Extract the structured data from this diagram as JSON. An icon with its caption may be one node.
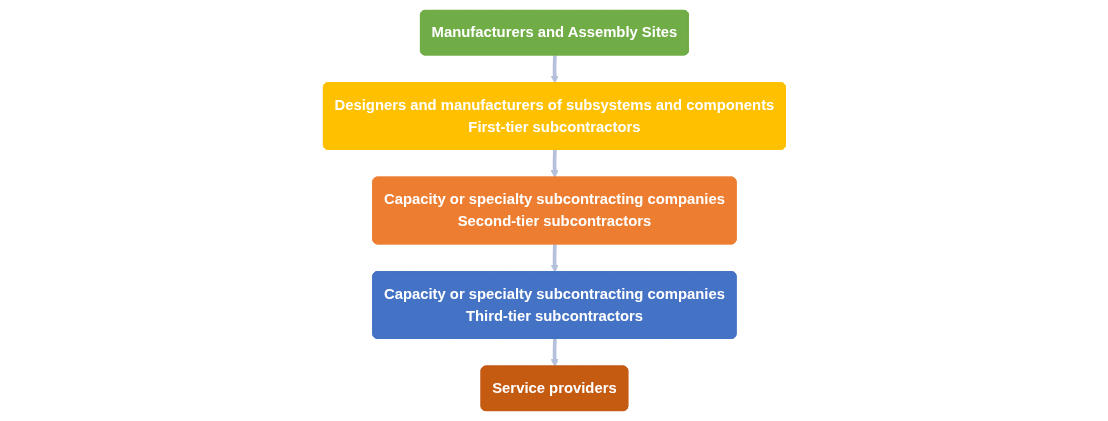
{
  "diagram": {
    "nodes": [
      {
        "text": [
          "Manufacturers and Assembly Sites"
        ]
      },
      {
        "text": [
          "Designers and manufacturers of subsystems and components",
          "First-tier subcontractors"
        ]
      },
      {
        "text": [
          "Capacity or specialty subcontracting companies",
          "Second-tier subcontractors"
        ]
      },
      {
        "text": [
          "Capacity or specialty subcontracting companies",
          "Third-tier subcontractors"
        ]
      },
      {
        "text": [
          "Service providers"
        ]
      }
    ],
    "edges": [
      {
        "from": 0,
        "to": 1,
        "arrow": "to"
      },
      {
        "from": 1,
        "to": 2,
        "arrow": "to"
      },
      {
        "from": 2,
        "to": 3,
        "arrow": "to"
      },
      {
        "from": 3,
        "to": 4,
        "arrow": "to"
      }
    ]
  }
}
